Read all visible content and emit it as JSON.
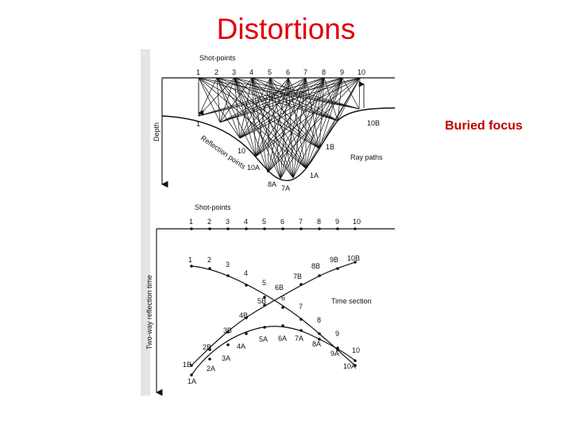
{
  "slide": {
    "title": "Distortions",
    "side_label": "Buried focus"
  },
  "figure": {
    "top": {
      "heading": "Shot-points",
      "shot_labels": [
        "1",
        "2",
        "3",
        "4",
        "5",
        "6",
        "7",
        "8",
        "9",
        "10"
      ],
      "depth_label": "Depth",
      "reflection_label": "Reflection points",
      "ray_paths_label": "Ray paths",
      "point_labels": [
        "1",
        "10",
        "10A",
        "8A",
        "7A",
        "1A",
        "1B",
        "10B"
      ]
    },
    "bottom": {
      "heading": "Shot-points",
      "shot_labels": [
        "1",
        "2",
        "3",
        "4",
        "5",
        "6",
        "7",
        "8",
        "9",
        "10"
      ],
      "y_axis_label": "Two-way reflection time",
      "time_section_label": "Time section",
      "curve_b_labels": [
        "1",
        "2",
        "3",
        "4",
        "5",
        "6B",
        "5B",
        "6",
        "4B",
        "3B",
        "2B",
        "1B",
        "7",
        "8",
        "9",
        "10",
        "7B",
        "8B",
        "9B",
        "10B"
      ],
      "curve_a_labels": [
        "1A",
        "2A",
        "3A",
        "4A",
        "5A",
        "6A",
        "7A",
        "8A",
        "9A",
        "10A"
      ]
    }
  }
}
